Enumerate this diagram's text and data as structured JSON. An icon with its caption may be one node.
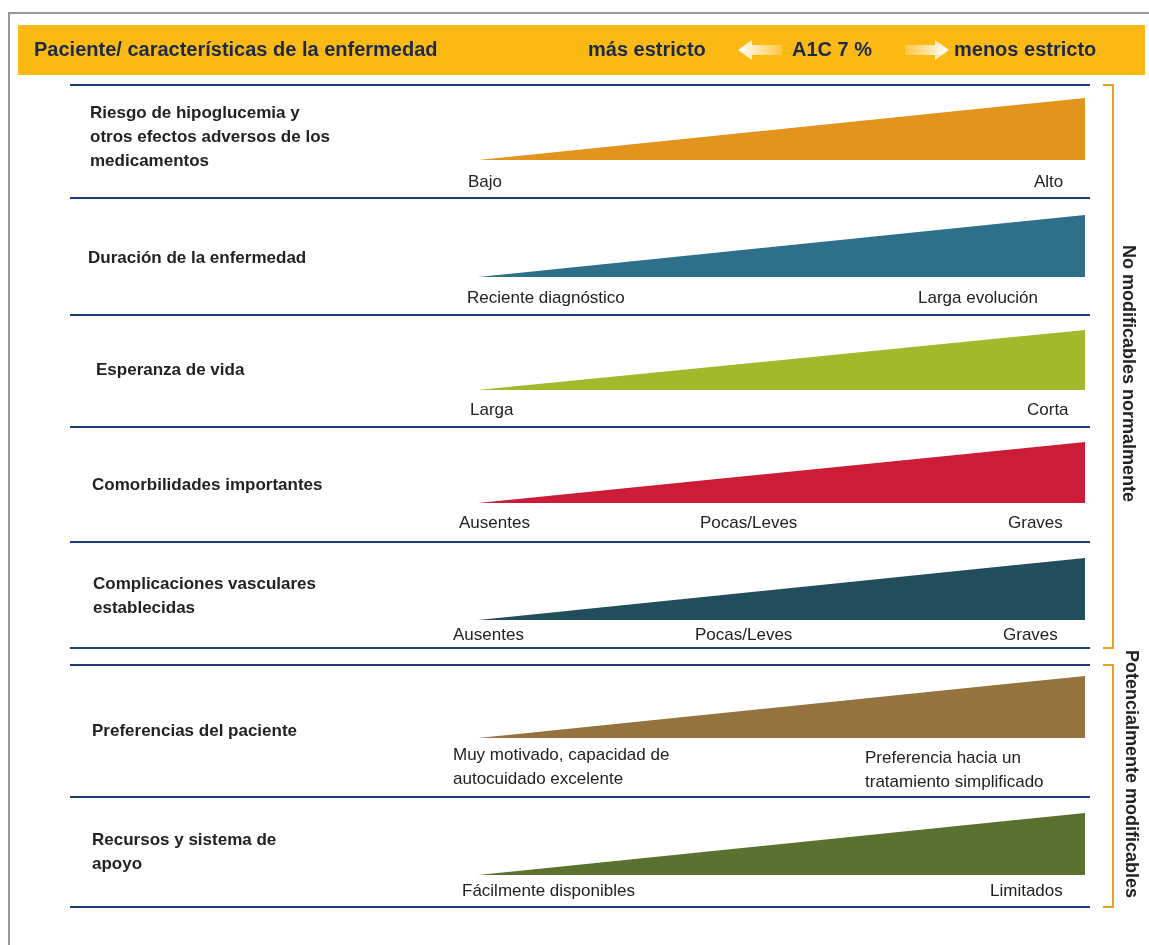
{
  "diagram": {
    "nodes": [
      {
        "text": [],
        "shape": "triangle"
      },
      {
        "text": [],
        "shape": "triangle"
      },
      {
        "text": [],
        "shape": "triangle"
      },
      {
        "text": [],
        "shape": "triangle"
      },
      {
        "text": [],
        "shape": "triangle"
      },
      {
        "text": [],
        "shape": "triangle"
      },
      {
        "text": [],
        "shape": "triangle"
      }
    ],
    "labels": [
      "Paciente/ características de la enfermedad",
      "más estricto",
      "A1C 7 %",
      "menos estricto",
      "Riesgo de hipoglucemia y otros efectos adversos de los medicamentos",
      "Bajo",
      "Alto",
      "Duración de la enfermedad",
      "Reciente diagnóstico",
      "Larga evolución",
      "Esperanza de vida",
      "Larga",
      "Corta",
      "Comorbilidades importantes",
      "Ausentes",
      "Pocas/Leves",
      "Graves",
      "Complicaciones vasculares establecidas",
      "Ausentes",
      "Pocas/Leves",
      "Graves",
      "Preferencias del paciente",
      "Muy motivado, capacidad de autocuidado excelente",
      "Preferencia hacia un tratamiento simplificado",
      "Recursos y sistema de apoyo",
      "Fácilmente disponibles",
      "Limitados",
      "No modificables normalmente",
      "Potencialmente modificables"
    ]
  }
}
